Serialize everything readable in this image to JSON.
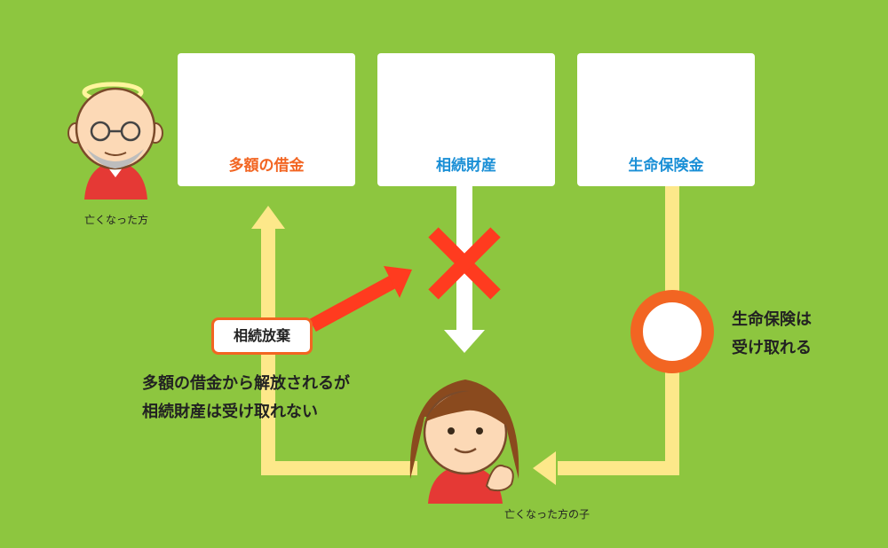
{
  "cards": {
    "debt": {
      "label": "多額の借金",
      "color": "#f26522"
    },
    "estate": {
      "label": "相続財産",
      "color": "#1a8fd6"
    },
    "insurance": {
      "label": "生命保険金",
      "color": "#1a8fd6"
    }
  },
  "people": {
    "deceased": {
      "caption": "亡くなった方"
    },
    "child": {
      "caption": "亡くなった方の子"
    }
  },
  "renunciation": {
    "label": "相続放棄"
  },
  "notes": {
    "debt_freed_line1": "多額の借金から解放されるが",
    "debt_freed_line2": "相続財産は受け取れない",
    "insurance_line1": "生命保険は",
    "insurance_line2": "受け取れる"
  },
  "colors": {
    "background": "#8dc63f",
    "path": "#fde88a",
    "arrow_red": "#ff3b1f",
    "ok_circle": "#f26522",
    "estate_arrow": "#ffffff"
  }
}
